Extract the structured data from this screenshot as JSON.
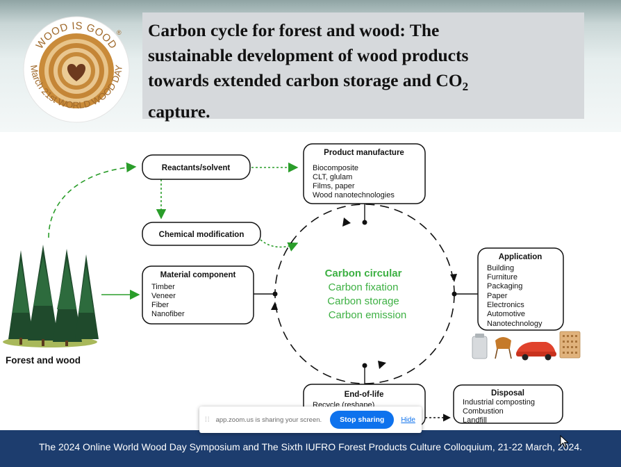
{
  "title": {
    "line1": "Carbon cycle for forest and wood: The",
    "line2": "sustainable development of wood products",
    "line3_prefix": "towards extended carbon storage and CO",
    "line3_sub": "2",
    "line4": "capture."
  },
  "logo": {
    "top_text": "WOOD IS GOOD",
    "registered_mark": "®",
    "ring_text": "March 21st WORLD WOOD DAY",
    "icon": "heart-icon"
  },
  "diagram": {
    "forest_label": "Forest and wood",
    "reactants": "Reactants/solvent",
    "chemical_modification": "Chemical modification",
    "material_component": {
      "title": "Material component",
      "items": [
        "Timber",
        "Veneer",
        "Fiber",
        "Nanofiber"
      ]
    },
    "product_manufacture": {
      "title": "Product manufacture",
      "items": [
        "Biocomposite",
        "CLT, glulam",
        "Films, paper",
        "Wood nanotechnologies"
      ]
    },
    "application": {
      "title": "Application",
      "items": [
        "Building",
        "Furniture",
        "Packaging",
        "Paper",
        "Electronics",
        "Automotive",
        "Nanotechnology"
      ]
    },
    "end_of_life": {
      "title": "End-of-life",
      "items": [
        "Recycle (reshape)"
      ]
    },
    "disposal": {
      "title": "Disposal",
      "items": [
        "Industrial composting",
        "Combustion",
        "Landfill"
      ]
    },
    "center_lines": [
      "Carbon circular",
      "Carbon fixation",
      "Carbon storage",
      "Carbon emission"
    ],
    "colors": {
      "green": "#2a9d2a",
      "center_text": "#3db043",
      "line": "#111111"
    }
  },
  "footer": {
    "text": "The 2024 Online World Wood Day Symposium and The Sixth IUFRO Forest Products Culture Colloquium, 21-22 March, 2024."
  },
  "share_bar": {
    "message": "app.zoom.us is sharing your screen.",
    "stop_label": "Stop sharing",
    "hide_label": "Hide"
  }
}
